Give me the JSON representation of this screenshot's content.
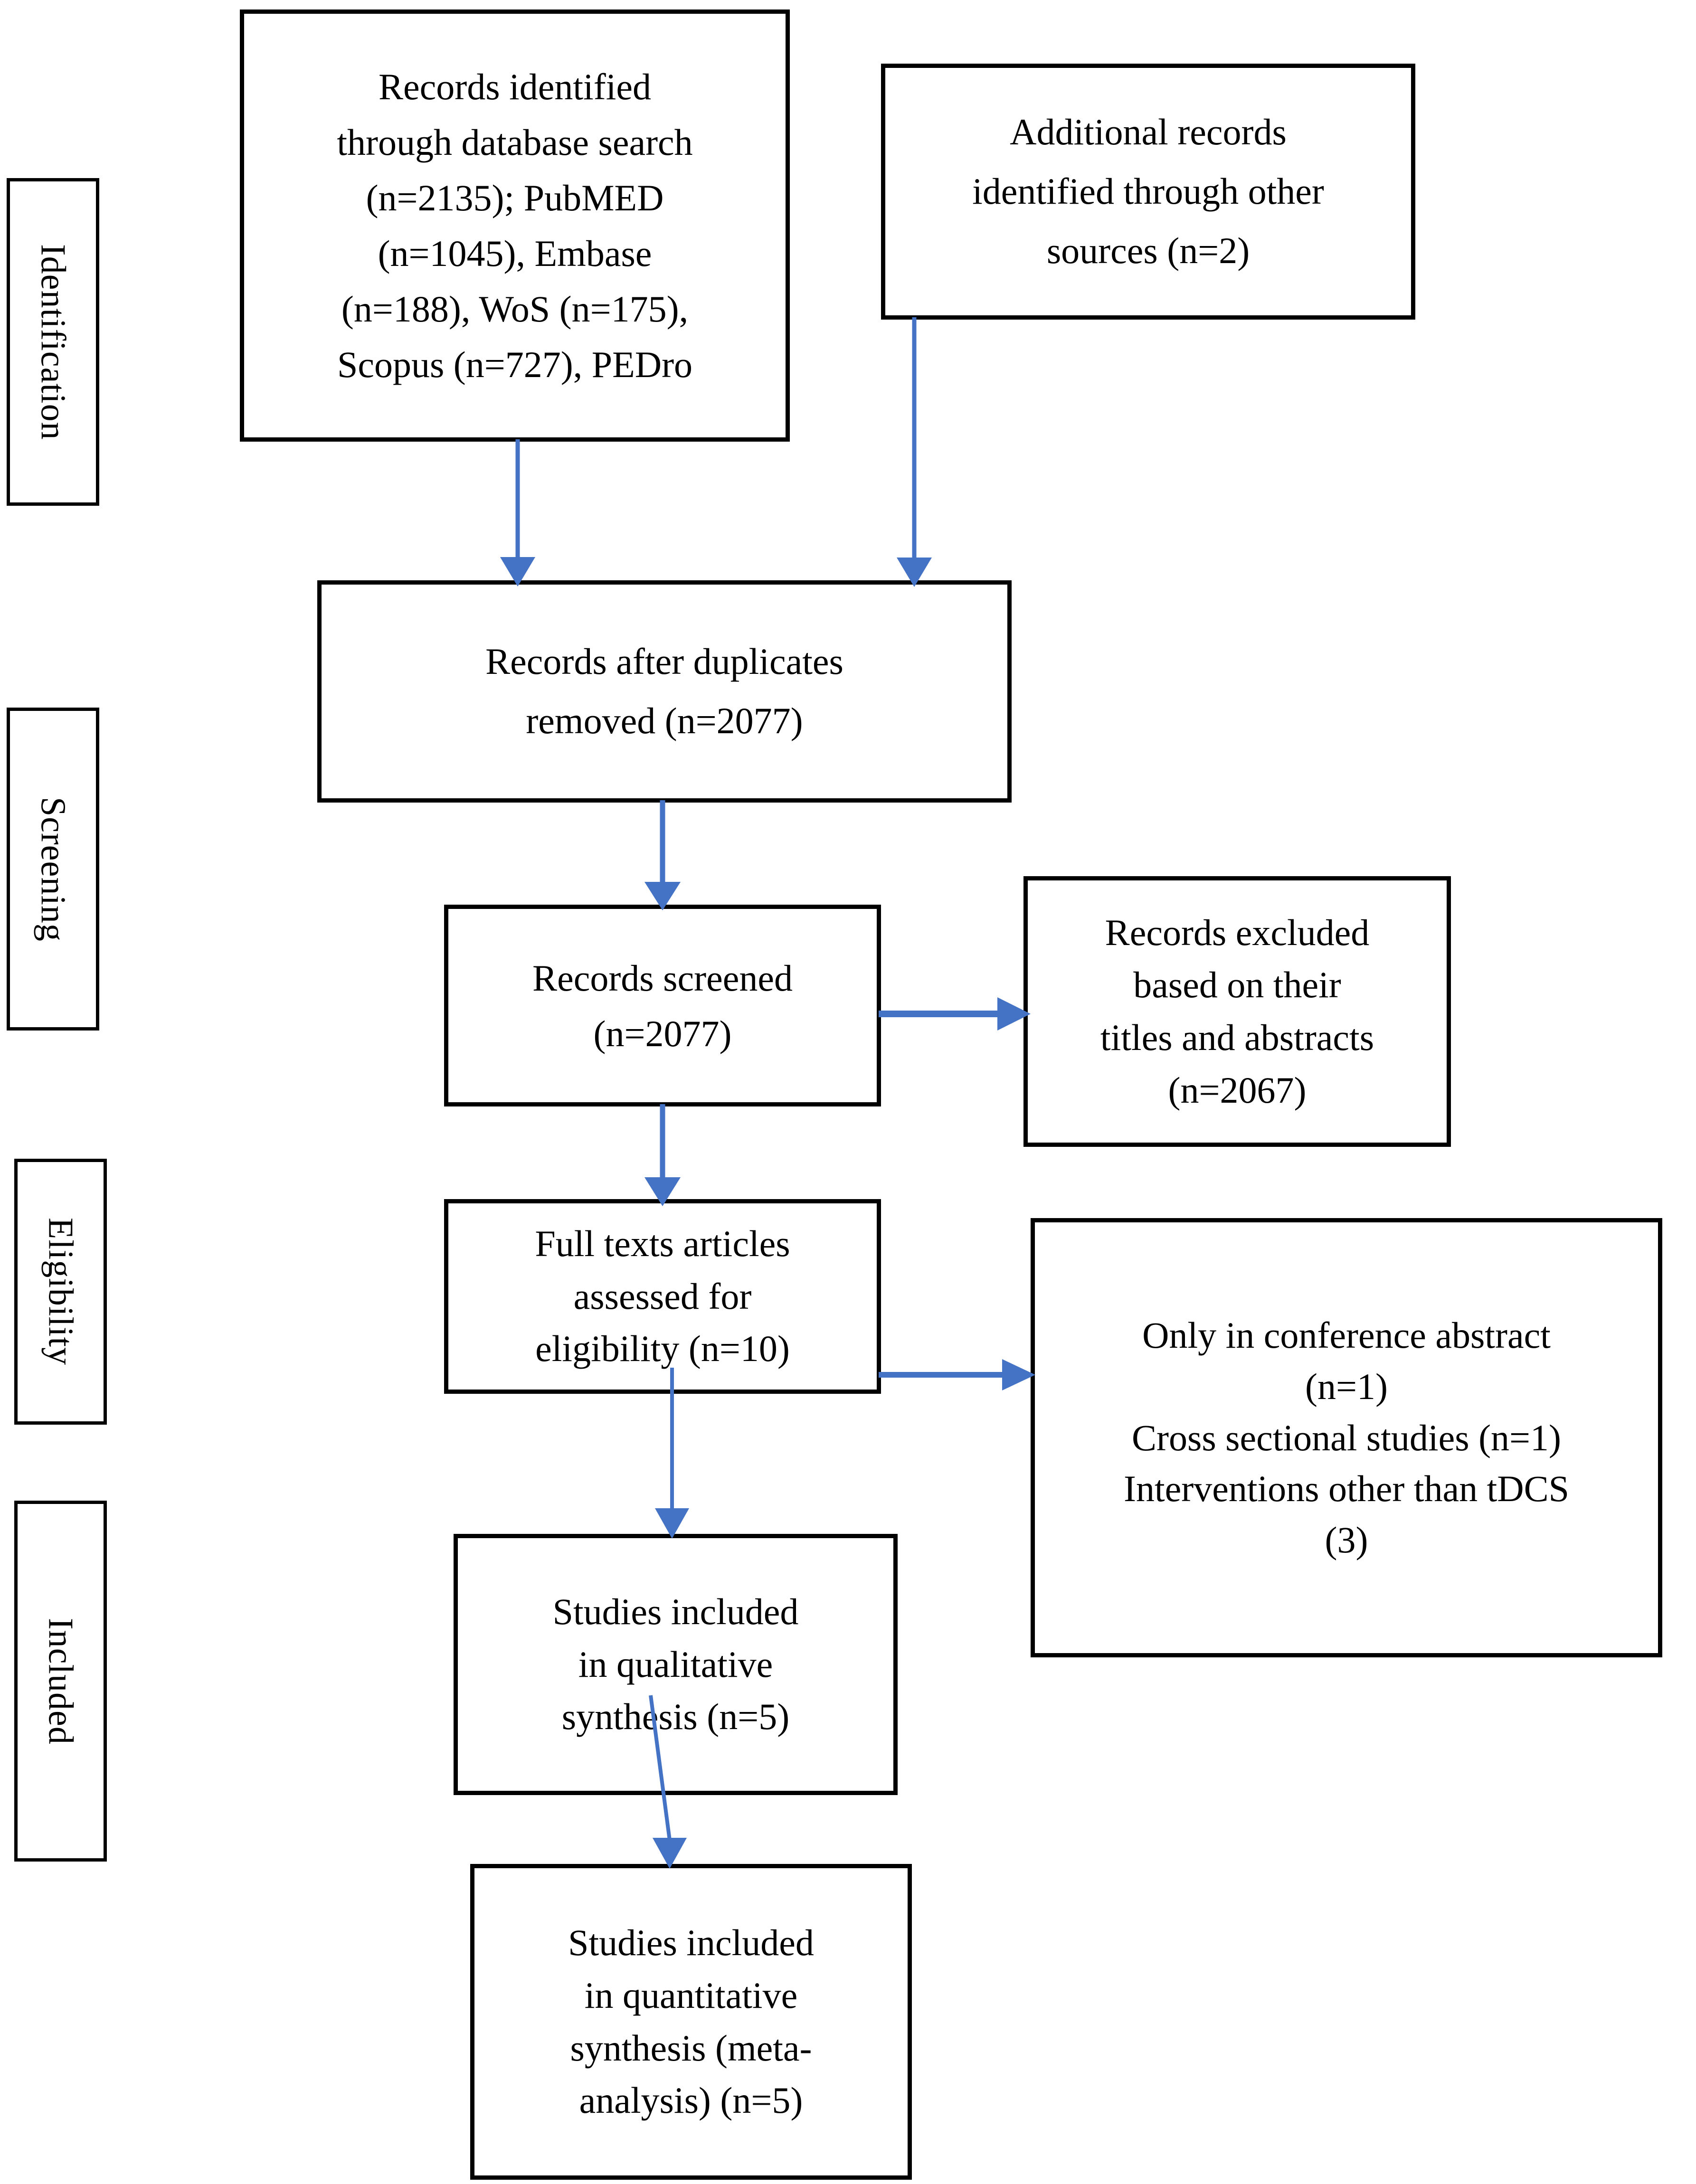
{
  "diagram": {
    "title": "PRISMA flow diagram",
    "accent_color": "#4472C4",
    "border_color": "#000000",
    "background_color": "#FFFFFF"
  },
  "stages": [
    {
      "id": "identification",
      "label": "Identification"
    },
    {
      "id": "screening",
      "label": "Screening"
    },
    {
      "id": "eligibility",
      "label": "Eligibility"
    },
    {
      "id": "included",
      "label": "Included"
    }
  ],
  "nodes": {
    "records_identified": {
      "label": "Records identified\nthrough database search\n(n=2135); PubMED\n(n=1045), Embase\n(n=188), WoS (n=175),\nScopus (n=727), PEDro"
    },
    "additional_records": {
      "label": "Additional records\nidentified through other\nsources (n=2)"
    },
    "duplicates_removed": {
      "label": "Records after duplicates\nremoved (n=2077)"
    },
    "records_screened": {
      "label": "Records screened\n(n=2077)"
    },
    "records_excluded": {
      "label": "Records excluded\nbased on their\ntitles and abstracts\n(n=2067)"
    },
    "fulltext_assessed": {
      "label": "Full texts articles\nassessed for\neligibility (n=10)"
    },
    "fulltext_excluded": {
      "label": "Only in conference abstract\n(n=1)\nCross sectional studies (n=1)\nInterventions other than tDCS\n(3)"
    },
    "qualitative_synthesis": {
      "label": "Studies included\nin qualitative\nsynthesis (n=5)"
    },
    "quantitative_synthesis": {
      "label": "Studies included\nin quantitative\nsynthesis (meta-\nanalysis) (n=5)"
    }
  },
  "connectors": [
    {
      "id": "identified-to-duplicates",
      "from": "records_identified",
      "to": "duplicates_removed",
      "direction": "down"
    },
    {
      "id": "additional-to-duplicates",
      "from": "additional_records",
      "to": "duplicates_removed",
      "direction": "down"
    },
    {
      "id": "duplicates-to-screened",
      "from": "duplicates_removed",
      "to": "records_screened",
      "direction": "down"
    },
    {
      "id": "screened-to-excluded",
      "from": "records_screened",
      "to": "records_excluded",
      "direction": "right"
    },
    {
      "id": "screened-to-fulltext",
      "from": "records_screened",
      "to": "fulltext_assessed",
      "direction": "down"
    },
    {
      "id": "fulltext-to-excluded",
      "from": "fulltext_assessed",
      "to": "fulltext_excluded",
      "direction": "right"
    },
    {
      "id": "fulltext-to-qualitative",
      "from": "fulltext_assessed",
      "to": "qualitative_synthesis",
      "direction": "down"
    },
    {
      "id": "qualitative-to-quantitative",
      "from": "qualitative_synthesis",
      "to": "quantitative_synthesis",
      "direction": "down"
    }
  ]
}
